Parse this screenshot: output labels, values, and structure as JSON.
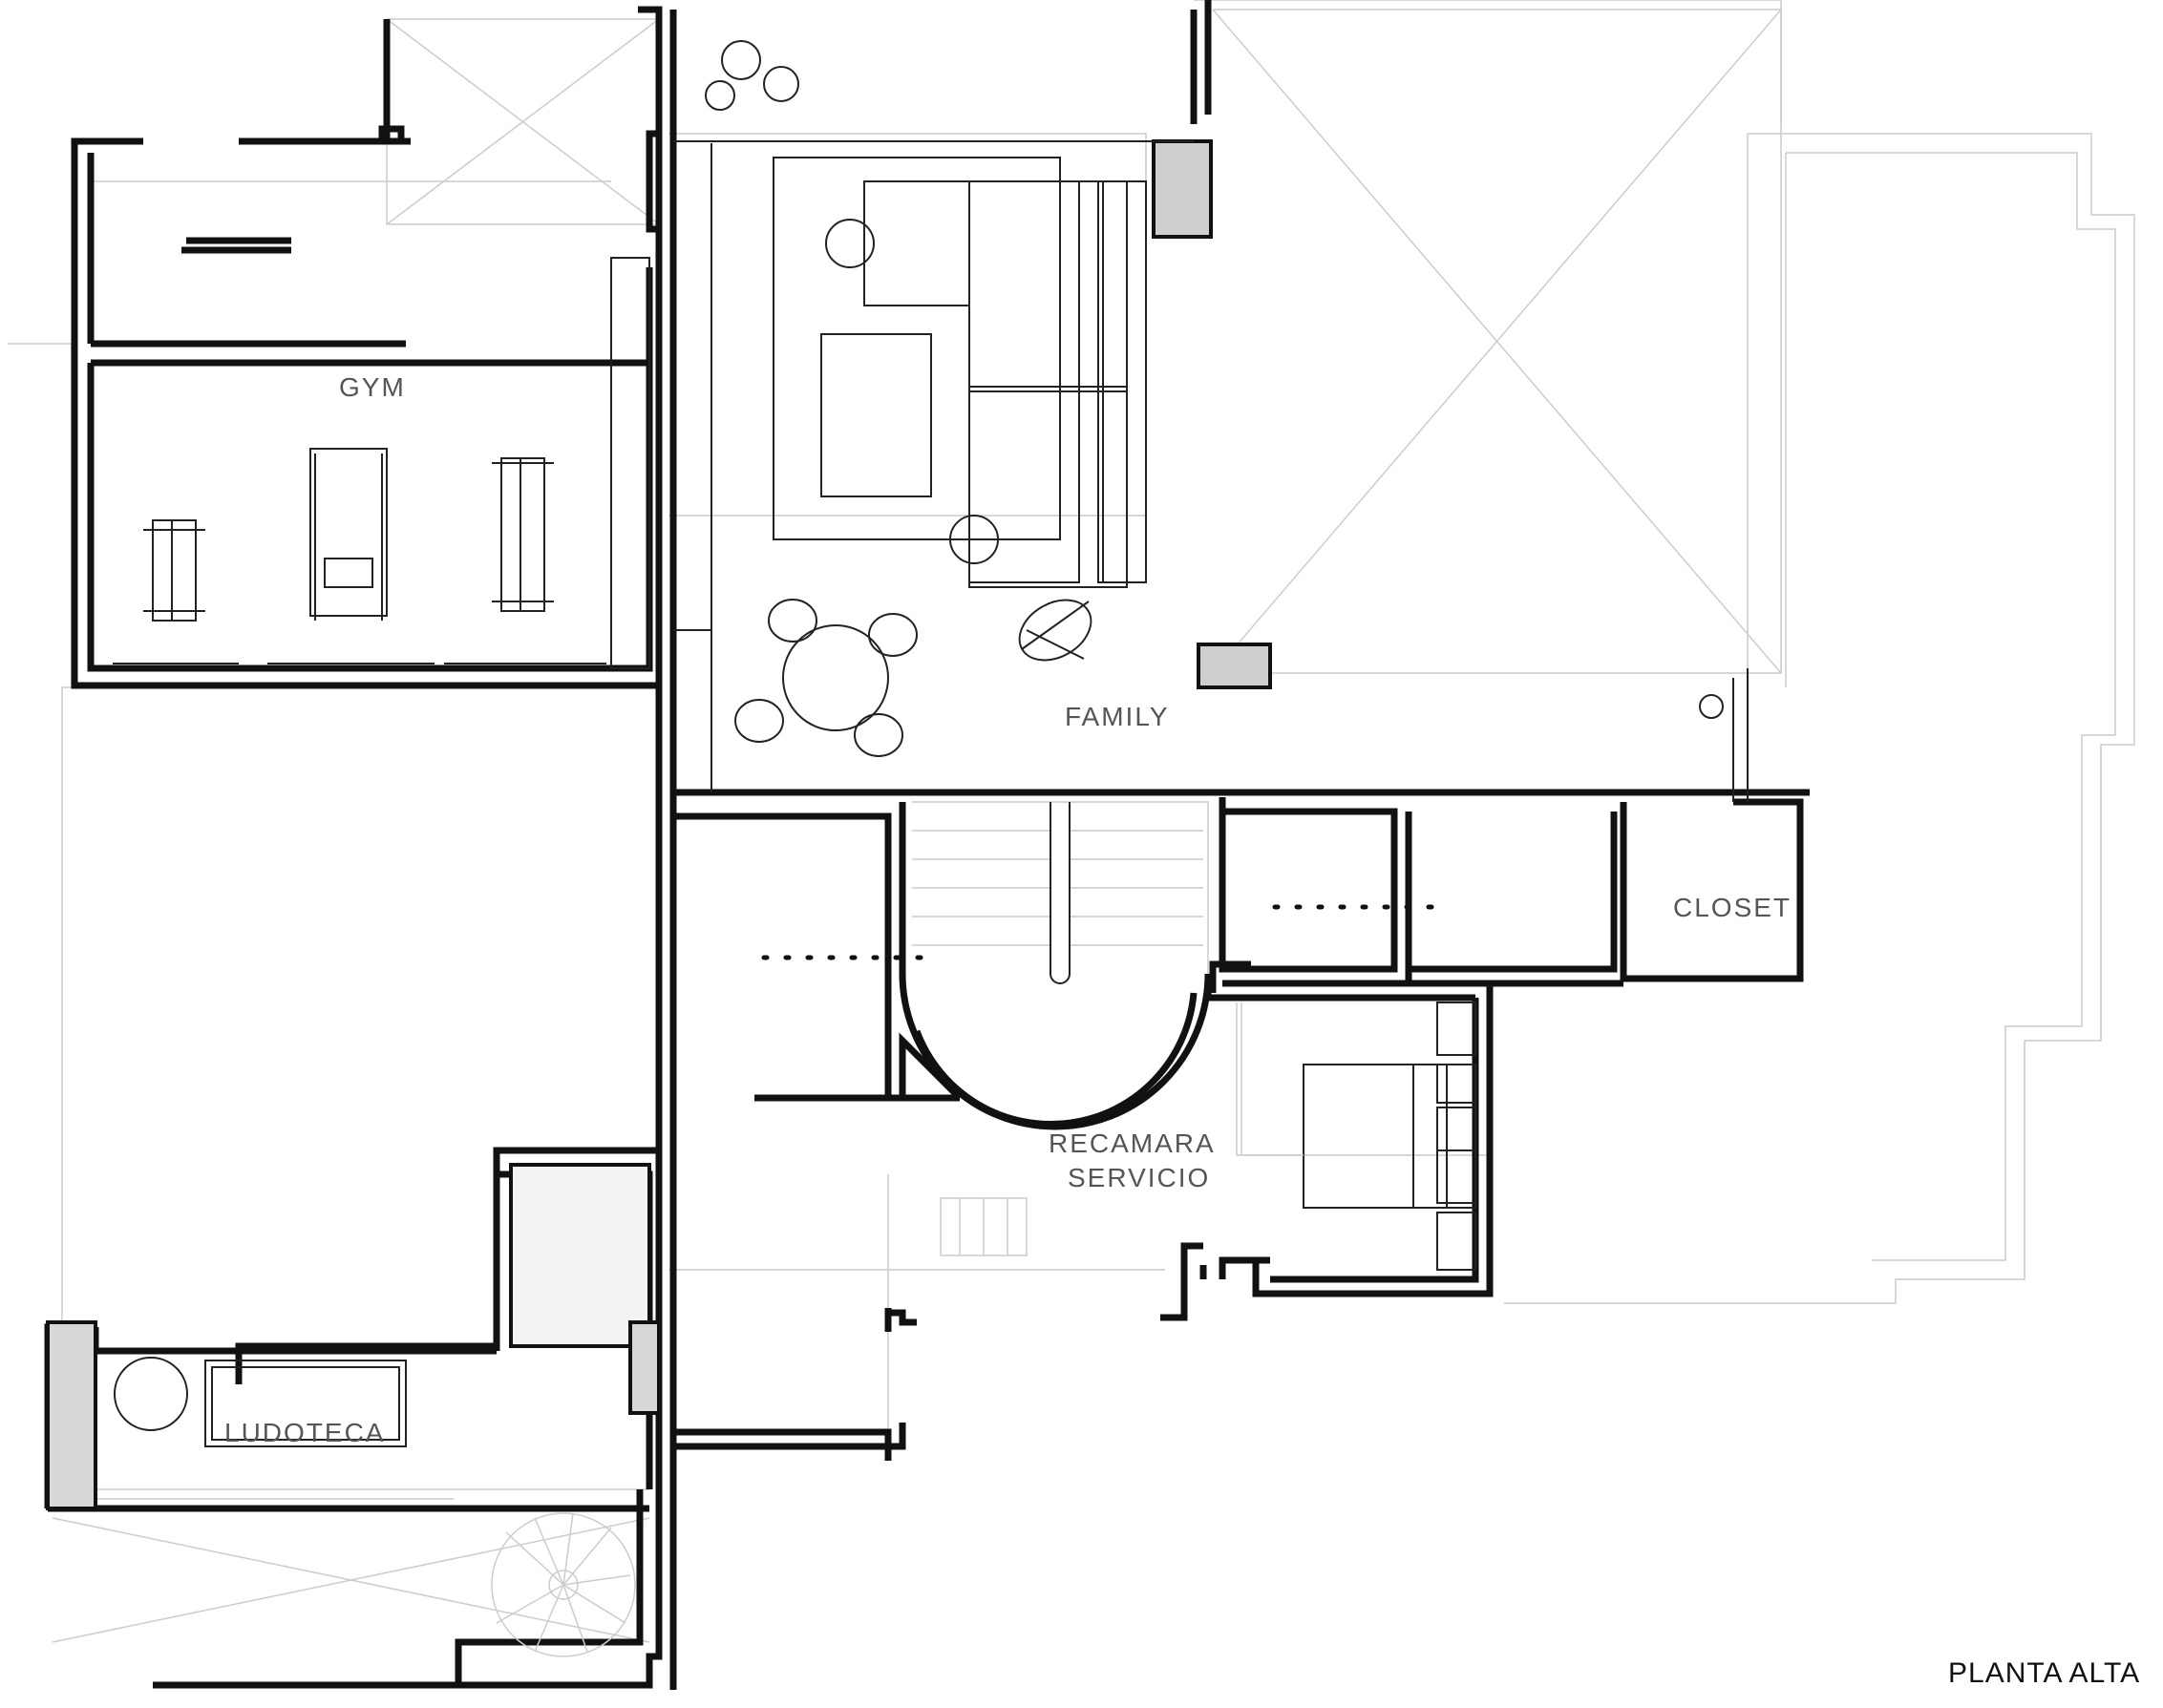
{
  "plan": {
    "title": "PLANTA ALTA",
    "rooms": {
      "gym": "GYM",
      "family": "FAMILY",
      "closet": "CLOSET",
      "recamara_line1": "RECAMARA",
      "recamara_line2": "SERVICIO",
      "ludoteca": "LUDOTECA"
    }
  },
  "colors": {
    "wall": "#111111",
    "column_fill": "#cfcfcf",
    "faint_line": "#cccccc",
    "label": "#555555"
  }
}
